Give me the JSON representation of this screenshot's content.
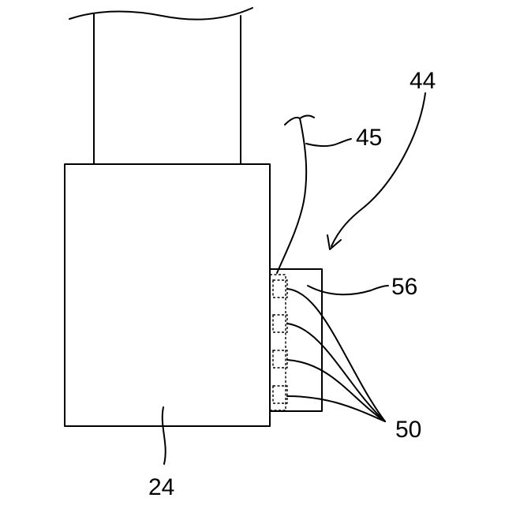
{
  "labels": {
    "label_24": "24",
    "label_44": "44",
    "label_45": "45",
    "label_50": "50",
    "label_56": "56"
  }
}
